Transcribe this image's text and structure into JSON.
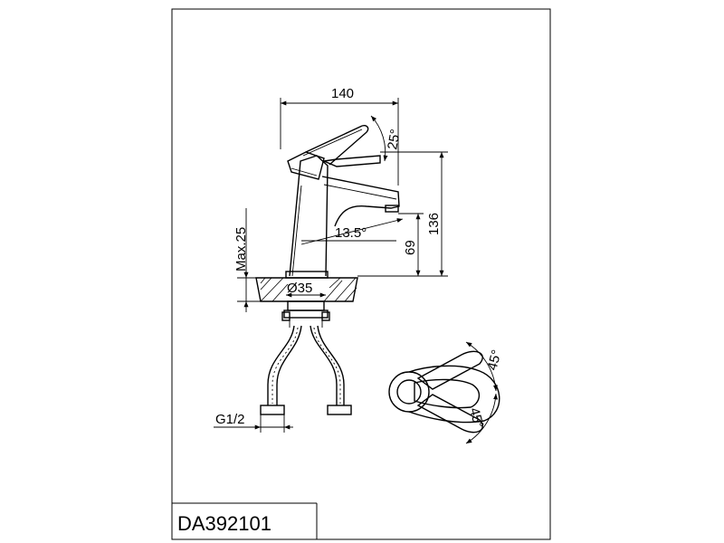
{
  "drawing": {
    "model_number": "DA392101",
    "dimensions": {
      "overall_length": "140",
      "handle_angle": "25°",
      "overall_height": "136",
      "spout_angle": "13.5°",
      "spout_height": "69",
      "max_deck_thickness": "Max.25",
      "base_diameter": "Ø35",
      "connection_thread": "G1/2",
      "rotation_angle_top": "45°",
      "rotation_angle_bottom": "45°"
    }
  }
}
